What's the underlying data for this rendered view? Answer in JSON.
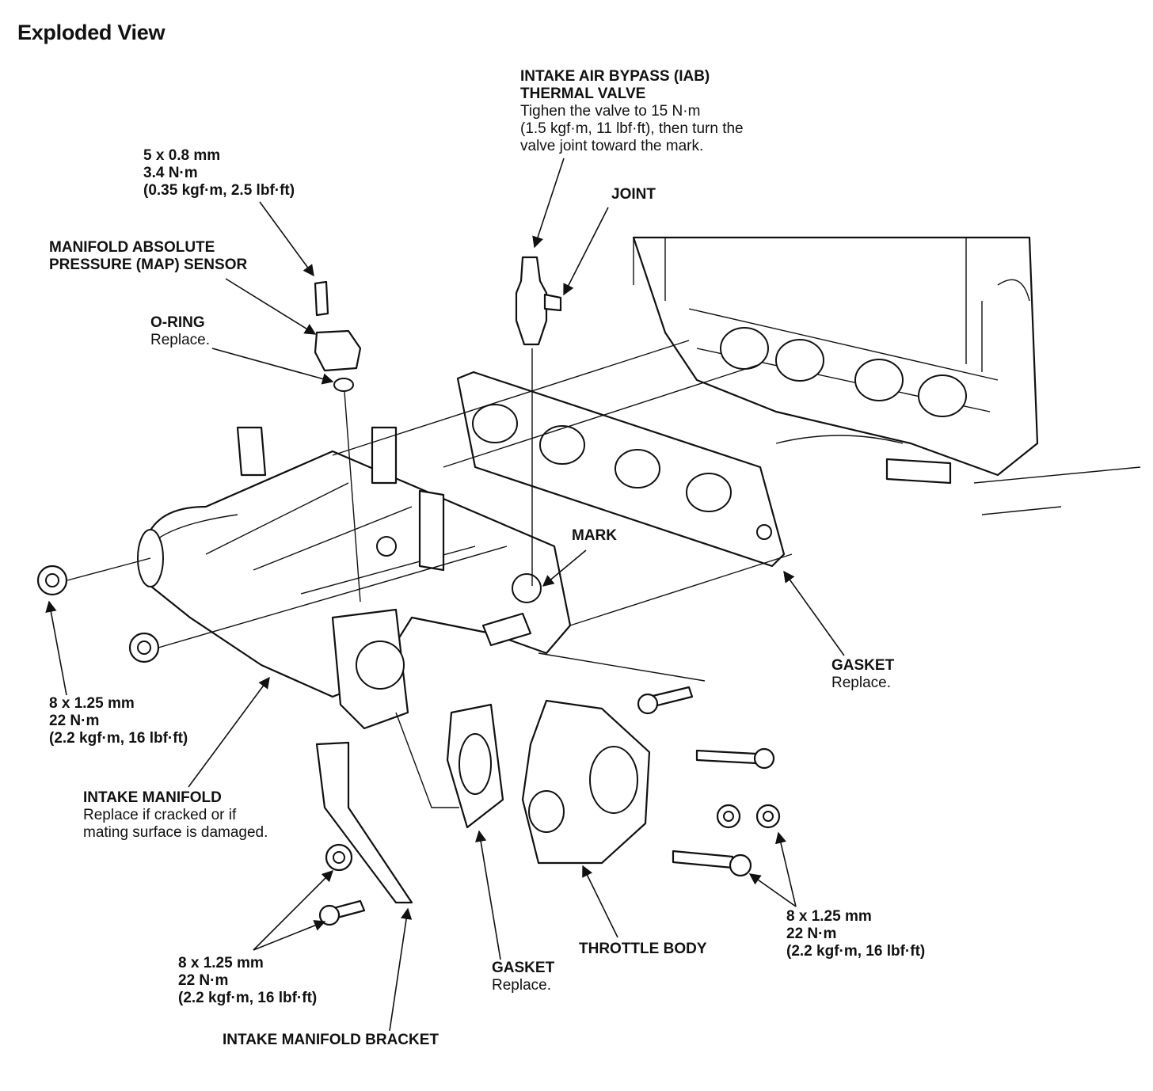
{
  "title": "Exploded View",
  "labels": {
    "iab_valve": {
      "heading": [
        "INTAKE AIR BYPASS (IAB)",
        "THERMAL VALVE"
      ],
      "note": [
        "Tighen the valve to 15 N·m",
        "(1.5 kgf·m, 11 lbf·ft), then turn the",
        "valve joint toward the mark."
      ]
    },
    "map_bolt": {
      "heading": [
        "5 x 0.8 mm",
        "3.4 N·m",
        "(0.35 kgf·m, 2.5 lbf·ft)"
      ]
    },
    "joint": {
      "heading": [
        "JOINT"
      ]
    },
    "map_sensor": {
      "heading": [
        "MANIFOLD ABSOLUTE",
        "PRESSURE (MAP) SENSOR"
      ]
    },
    "o_ring": {
      "heading": [
        "O-RING"
      ],
      "note": [
        "Replace."
      ]
    },
    "mark": {
      "heading": [
        "MARK"
      ]
    },
    "gasket_manifold": {
      "heading": [
        "GASKET"
      ],
      "note": [
        "Replace."
      ]
    },
    "nut_left": {
      "heading": [
        "8 x 1.25 mm",
        "22 N·m",
        "(2.2 kgf·m, 16 lbf·ft)"
      ]
    },
    "intake_manifold": {
      "heading": [
        "INTAKE MANIFOLD"
      ],
      "note": [
        "Replace if cracked or if",
        "mating surface is damaged."
      ]
    },
    "throttle_bolts": {
      "heading": [
        "8 x 1.25 mm",
        "22 N·m",
        "(2.2 kgf·m, 16 lbf·ft)"
      ]
    },
    "throttle_body": {
      "heading": [
        "THROTTLE BODY"
      ]
    },
    "gasket_throttle": {
      "heading": [
        "GASKET"
      ],
      "note": [
        "Replace."
      ]
    },
    "bracket_bolts": {
      "heading": [
        "8 x 1.25 mm",
        "22 N·m",
        "(2.2 kgf·m, 16 lbf·ft)"
      ]
    },
    "bracket": {
      "heading": [
        "INTAKE MANIFOLD BRACKET"
      ]
    }
  }
}
